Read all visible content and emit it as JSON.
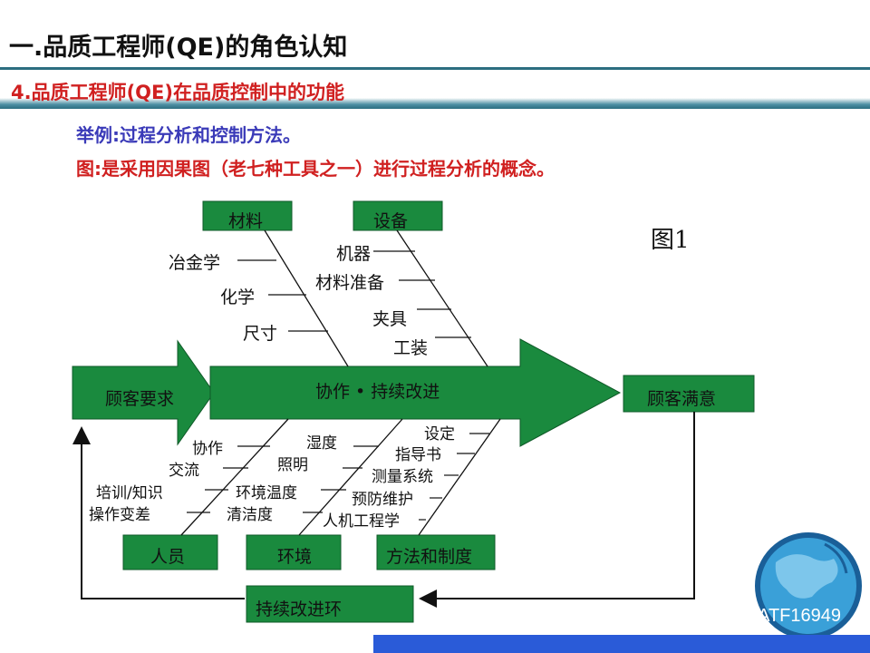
{
  "header": {
    "title": "一.品质工程师(QE)的角色认知",
    "subtitle": "4.品质工程师(QE)在品质控制中的功能"
  },
  "intro": {
    "example": "举例:过程分析和控制方法。",
    "figure_desc": "图:是采用因果图（老七种工具之一）进行过程分析的概念。"
  },
  "figure_label": "图1",
  "diagram": {
    "input": "顾客要求",
    "process": "协作 • 持续改进",
    "output": "顾客满意",
    "loop": "持续改进环",
    "top_categories": {
      "material": {
        "label": "材料",
        "causes": [
          "冶金学",
          "化学",
          "尺寸"
        ]
      },
      "equipment": {
        "label": "设备",
        "causes": [
          "机器",
          "材料准备",
          "夹具",
          "工装"
        ]
      }
    },
    "bottom_categories": {
      "people": {
        "label": "人员",
        "causes": [
          "协作",
          "交流",
          "培训/知识",
          "操作变差"
        ]
      },
      "environment": {
        "label": "环境",
        "causes": [
          "湿度",
          "照明",
          "环境温度",
          "清洁度"
        ]
      },
      "method": {
        "label": "方法和制度",
        "causes": [
          "设定",
          "指导书",
          "测量系统",
          "预防维护",
          "人机工程学"
        ]
      }
    }
  },
  "watermark": "IATF16949",
  "colors": {
    "arrow_fill": "#1a8a3e",
    "box_fill": "#1a8a3e",
    "title_red": "#d02020",
    "text_blue": "#3a3ab8",
    "header_bar": "#2c6e80"
  }
}
